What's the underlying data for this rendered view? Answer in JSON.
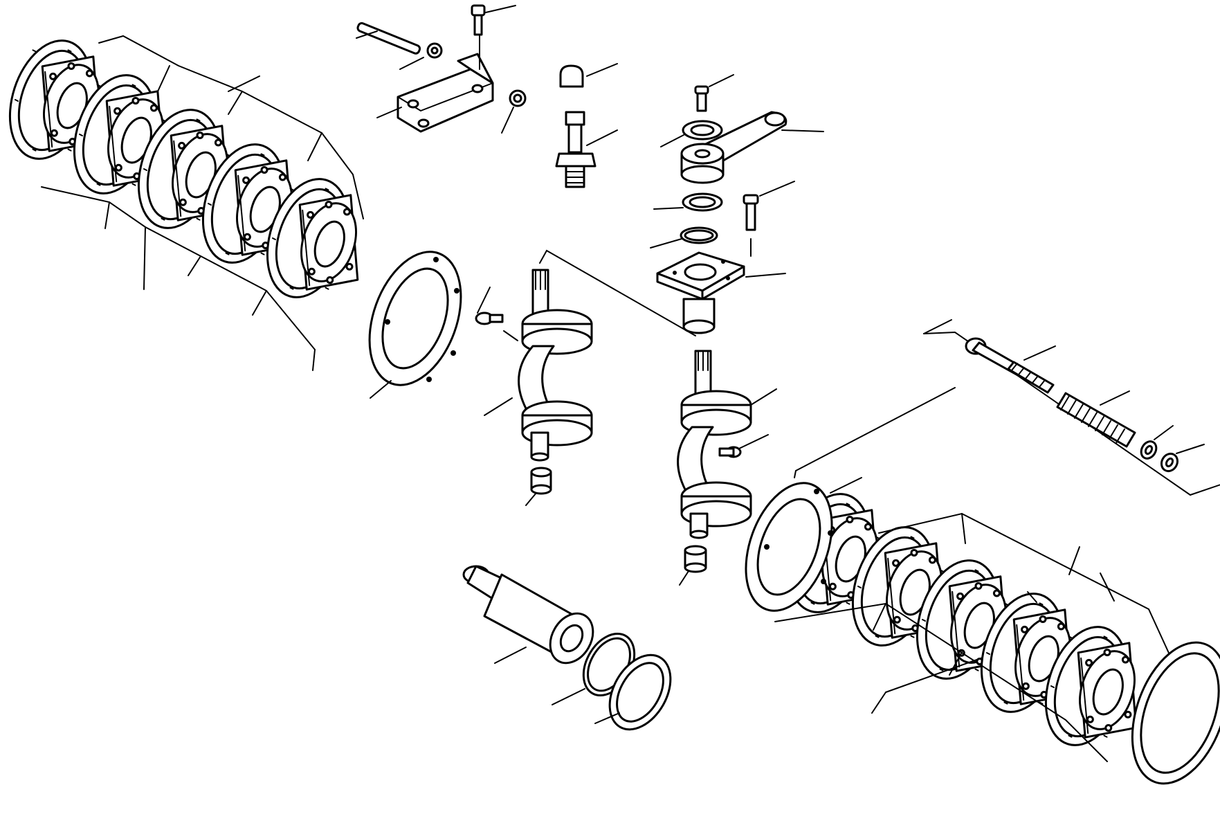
{
  "diagram": {
    "kind": "exploded-parts-view",
    "ink_color": "#000000",
    "background_color": "#ffffff",
    "assemblies": [
      {
        "name": "left-brake-disc-pack",
        "discs": 6
      },
      {
        "name": "right-brake-disc-pack",
        "discs": 6
      },
      {
        "name": "left-cam-shaft"
      },
      {
        "name": "right-cam-shaft"
      },
      {
        "name": "lever-arm"
      },
      {
        "name": "bracket-plate"
      },
      {
        "name": "adjuster-bolt"
      },
      {
        "name": "piston"
      },
      {
        "name": "return-spring-set"
      }
    ],
    "labels": []
  }
}
